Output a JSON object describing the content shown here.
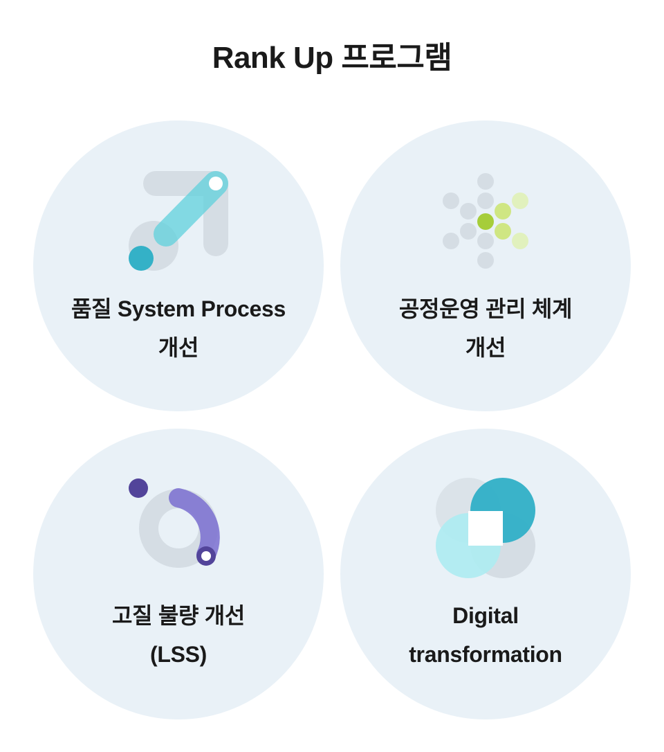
{
  "header": {
    "title": "Rank Up 프로그램"
  },
  "colors": {
    "card_background": "#e9f1f7",
    "icon_gray": "#d5dde4",
    "teal_dark": "#34b1c7",
    "teal_light": "#7fdde5",
    "cyan_pale": "#aeebf1",
    "green_strong": "#a6cd3a",
    "green_mid": "#cfe683",
    "green_pale": "#e1f1bd",
    "purple_dark": "#52449a",
    "purple_light": "#8a80d8"
  },
  "cards": [
    {
      "icon": "arrow-up-right-icon",
      "line1": "품질 System Process",
      "line2": "개선"
    },
    {
      "icon": "dot-network-icon",
      "line1": "공정운영 관리 체계",
      "line2": "개선"
    },
    {
      "icon": "ring-progress-icon",
      "line1": "고질 불량 개선",
      "line2": "(LSS)"
    },
    {
      "icon": "overlapping-circles-icon",
      "line1": "Digital",
      "line2": "transformation"
    }
  ]
}
